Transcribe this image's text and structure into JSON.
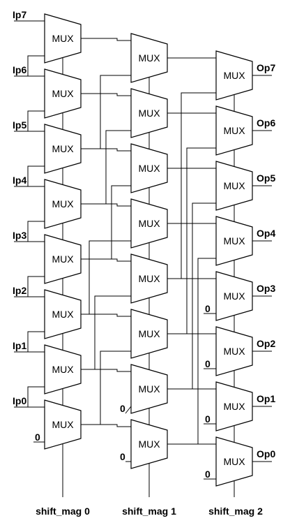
{
  "mux_label": "MUX",
  "zero_label": "0",
  "inputs": [
    "Ip7",
    "Ip6",
    "Ip5",
    "Ip4",
    "Ip3",
    "Ip2",
    "Ip1",
    "Ip0"
  ],
  "outputs": [
    "Op7",
    "Op6",
    "Op5",
    "Op4",
    "Op3",
    "Op2",
    "Op1",
    "Op0"
  ],
  "shift_labels": [
    "shift_mag 0",
    "shift_mag 1",
    "shift_mag 2"
  ]
}
